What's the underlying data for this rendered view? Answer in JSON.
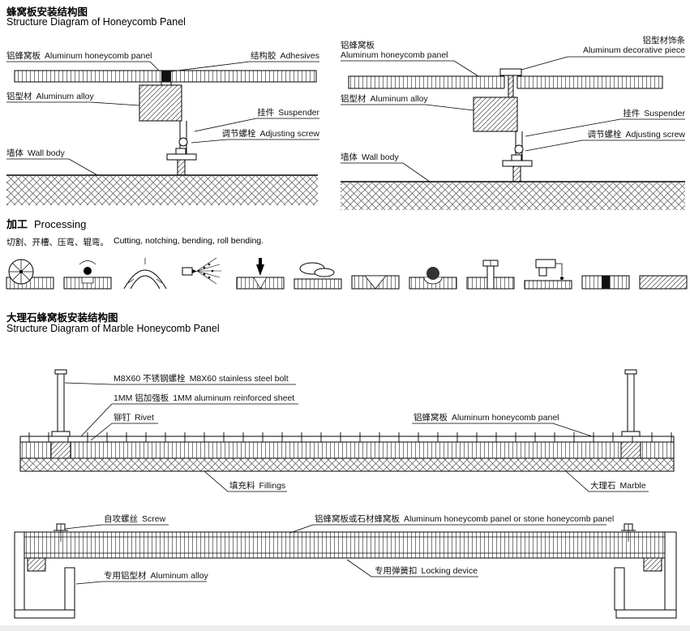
{
  "page": {
    "bg": "#ffffff",
    "line_color": "#000000"
  },
  "section_honeycomb": {
    "title_zh": "蜂窝板安装结构图",
    "title_en": "Structure Diagram of Honeycomb Panel",
    "left": {
      "honeycomb": {
        "zh": "铝蜂窝板",
        "en": "Aluminum honeycomb panel"
      },
      "adhesive": {
        "zh": "结构胶",
        "en": "Adhesives"
      },
      "alloy": {
        "zh": "铝型材",
        "en": "Aluminum alloy"
      },
      "suspender": {
        "zh": "挂件",
        "en": "Suspender"
      },
      "adjusting_screw": {
        "zh": "调节螺栓",
        "en": "Adjusting screw"
      },
      "wall": {
        "zh": "墙体",
        "en": "Wall body"
      }
    },
    "right": {
      "honeycomb": {
        "zh": "铝蜂窝板",
        "en": "Aluminum honeycomb panel"
      },
      "decorative": {
        "zh": "铝型材饰条",
        "en": "Aluminum decorative piece"
      },
      "alloy": {
        "zh": "铝型材",
        "en": "Aluminum alloy"
      },
      "suspender": {
        "zh": "挂件",
        "en": "Suspender"
      },
      "adjusting_screw": {
        "zh": "调节螺栓",
        "en": "Adjusting screw"
      },
      "wall": {
        "zh": "墙体",
        "en": "Wall body"
      }
    }
  },
  "section_processing": {
    "title_zh": "加工",
    "title_en": "Processing",
    "desc_zh": "切割、开槽、压弯、辊弯。",
    "desc_en": "Cutting, notching, bending, roll bending.",
    "icons": [
      "circular-saw-cutting",
      "notch-milling",
      "press-bending",
      "spray-finishing",
      "v-grooving",
      "roll-forming",
      "v-notch-folding",
      "ball-forming",
      "bolt-fixing",
      "glue-applying",
      "insert-fitting",
      "hatched-panel"
    ]
  },
  "section_marble": {
    "title_zh": "大理石蜂窝板安装结构图",
    "title_en": "Structure Diagram of Marble Honeycomb Panel",
    "labels": {
      "bolt": {
        "zh": "M8X60 不锈钢螺栓",
        "en": "M8X60 stainless steel bolt"
      },
      "reinforced_sheet": {
        "zh": "1MM 铝加强板",
        "en": "1MM aluminum reinforced sheet"
      },
      "rivet": {
        "zh": "铆钉",
        "en": "Rivet"
      },
      "honeycomb": {
        "zh": "铝蜂窝板",
        "en": "Aluminum honeycomb panel"
      },
      "fillings": {
        "zh": "填充料",
        "en": "Fillings"
      },
      "marble": {
        "zh": "大理石",
        "en": "Marble"
      }
    }
  },
  "section_mount": {
    "labels": {
      "screw": {
        "zh": "自攻螺丝",
        "en": "Screw"
      },
      "panel": {
        "zh": "铝蜂窝板或石材蜂窝板",
        "en": "Aluminum honeycomb panel or stone honeycomb panel"
      },
      "alloy": {
        "zh": "专用铝型材",
        "en": "Aluminum alloy"
      },
      "locking": {
        "zh": "专用弹簧扣",
        "en": "Locking device"
      }
    }
  }
}
